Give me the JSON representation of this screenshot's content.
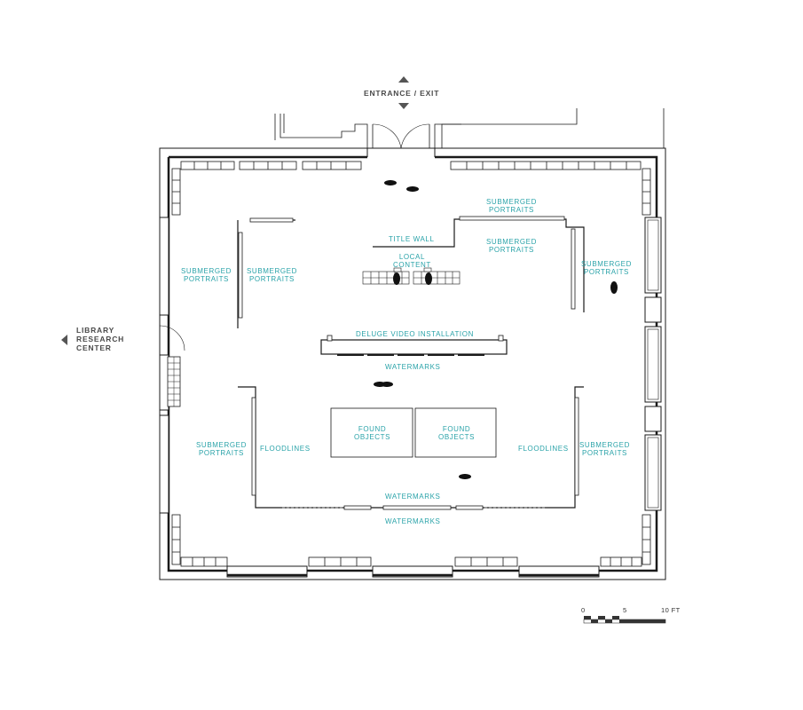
{
  "navigation": {
    "entrance": "ENTRANCE / EXIT",
    "library": [
      "LIBRARY",
      "RESEARCH",
      "CENTER"
    ]
  },
  "zones": {
    "submerged_top_right": [
      "SUBMERGED",
      "PORTRAITS"
    ],
    "submerged_mid_right": [
      "SUBMERGED",
      "PORTRAITS"
    ],
    "submerged_far_right_upper": [
      "SUBMERGED",
      "PORTRAITS"
    ],
    "submerged_left_upper_outer": [
      "SUBMERGED",
      "PORTRAITS"
    ],
    "submerged_left_upper_inner": [
      "SUBMERGED",
      "PORTRAITS"
    ],
    "title_wall": "TITLE WALL",
    "local_content": [
      "LOCAL",
      "CONTENT"
    ],
    "deluge": "DELUGE VIDEO INSTALLATION",
    "watermarks_upper": "WATERMARKS",
    "found_objects_left": [
      "FOUND",
      "OBJECTS"
    ],
    "found_objects_right": [
      "FOUND",
      "OBJECTS"
    ],
    "submerged_left_lower": [
      "SUBMERGED",
      "PORTRAITS"
    ],
    "floodlines_left": "FLOODLINES",
    "floodlines_right": "FLOODLINES",
    "submerged_right_lower": [
      "SUBMERGED",
      "PORTRAITS"
    ],
    "watermarks_lower_inner": "WATERMARKS",
    "watermarks_lower_outer": "WATERMARKS"
  },
  "scale": {
    "ticks": [
      "0",
      "5",
      "10 FT"
    ]
  },
  "colors": {
    "label": "#2aa3a9",
    "wall": "#1a1a1a",
    "nav": "#4a4a4a"
  }
}
